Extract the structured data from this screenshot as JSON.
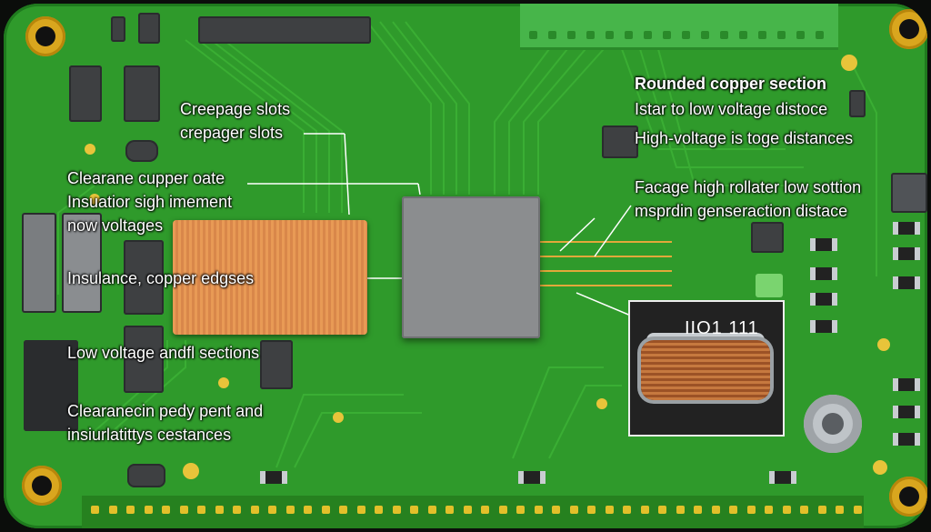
{
  "labels": {
    "creepage_slots": "Creepage slots",
    "crepager_slots": "crepager slots",
    "clearane_line1": "Clearane cupper oate",
    "clearane_line2": "Insuatior sigh imement",
    "clearane_line3": "now voltages",
    "insulance": "Insulance, copper edgses",
    "low_voltage": "Low voltage andfl sections",
    "clearanecin_line1": "Clearanecin pedy pent and",
    "clearanecin_line2": "insiurlatittys cestances",
    "rounded_title": "Rounded copper section",
    "istar": "Istar to low voltage distoce",
    "high_voltage": "High-voltage is toge distances",
    "facage": "Facage high rollater low sottion",
    "msprdin": "msprdin genseraction distace"
  },
  "inset_marking": "IIO1 111",
  "colors": {
    "board": "#2f9a2b",
    "copper": "#e89a55",
    "gold": "#d9a61e",
    "label_text": "#ffffff"
  }
}
